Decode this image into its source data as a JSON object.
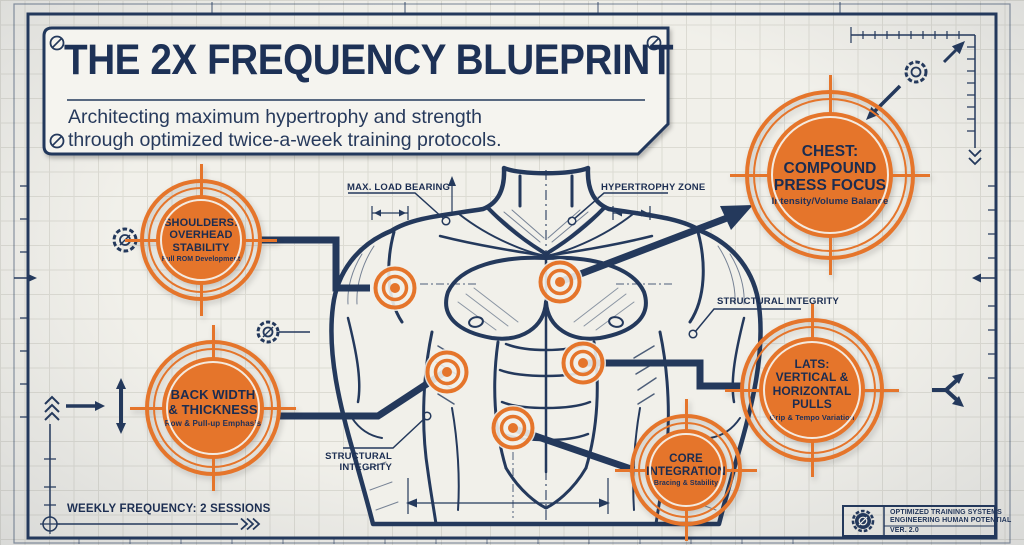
{
  "colors": {
    "orange": "#E5752B",
    "navy": "#24395C",
    "ink": "#1C2E52",
    "paper": "#F1F0EA",
    "grid": "#DCDBD3",
    "banner": "#F5F4EF"
  },
  "banner": {
    "title": "THE 2X FREQUENCY BLUEPRINT",
    "subtitle": "Architecting maximum hypertrophy and strength\nthrough optimized twice-a-week training protocols."
  },
  "callouts": [
    {
      "id": "shoulders",
      "title": "SHOULDERS:\nOVERHEAD\nSTABILITY",
      "subtitle": "Full ROM Development"
    },
    {
      "id": "chest",
      "title": "CHEST:\nCOMPOUND\nPRESS FOCUS",
      "subtitle": "Intensity/Volume Balance"
    },
    {
      "id": "back",
      "title": "BACK WIDTH\n& THICKNESS",
      "subtitle": "Row & Pull-up Emphasis"
    },
    {
      "id": "lats",
      "title": "LATS:\nVERTICAL &\nHORIZONTAL\nPULLS",
      "subtitle": "Grip & Tempo Variation"
    },
    {
      "id": "core",
      "title": "CORE\nINTEGRATION",
      "subtitle": "Bracing & Stability"
    }
  ],
  "diagram_labels": {
    "max_load": "MAX. LOAD BEARING",
    "hypertrophy": "HYPERTROPHY ZONE",
    "structural_right": "STRUCTURAL INTEGRITY",
    "structural_left": "STRUCTURAL\nINTEGRITY"
  },
  "footer": {
    "weekly_frequency": "WEEKLY FREQUENCY: 2 SESSIONS"
  },
  "title_block": {
    "line1": "OPTIMIZED TRAINING SYSTEMS",
    "line2": "ENGINEERING HUMAN POTENTIAL",
    "version": "VER. 2.0"
  },
  "icons": [
    "gear-icon",
    "screw-icon",
    "arrow-icon",
    "crosshair-target-icon",
    "chevron-icon"
  ]
}
